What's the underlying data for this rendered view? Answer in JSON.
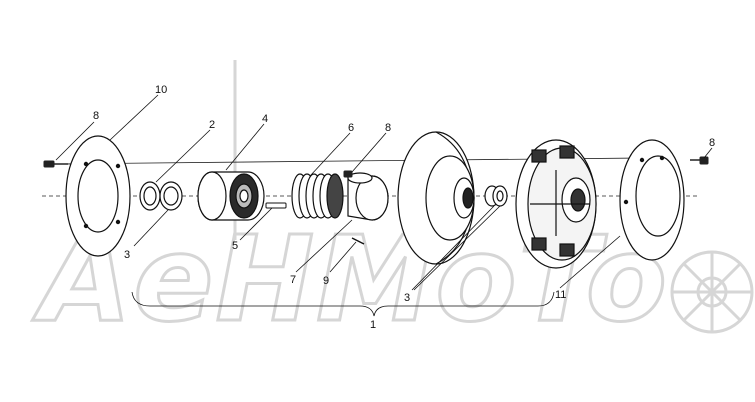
{
  "watermark": {
    "text": "AeHMoTo"
  },
  "callouts": {
    "c1": "1",
    "c2": "2",
    "c3a": "3",
    "c3b": "3",
    "c4": "4",
    "c5": "5",
    "c6": "6",
    "c7": "7",
    "c8a": "8",
    "c8b": "8",
    "c8c": "8",
    "c9": "9",
    "c10": "10",
    "c11": "11"
  }
}
